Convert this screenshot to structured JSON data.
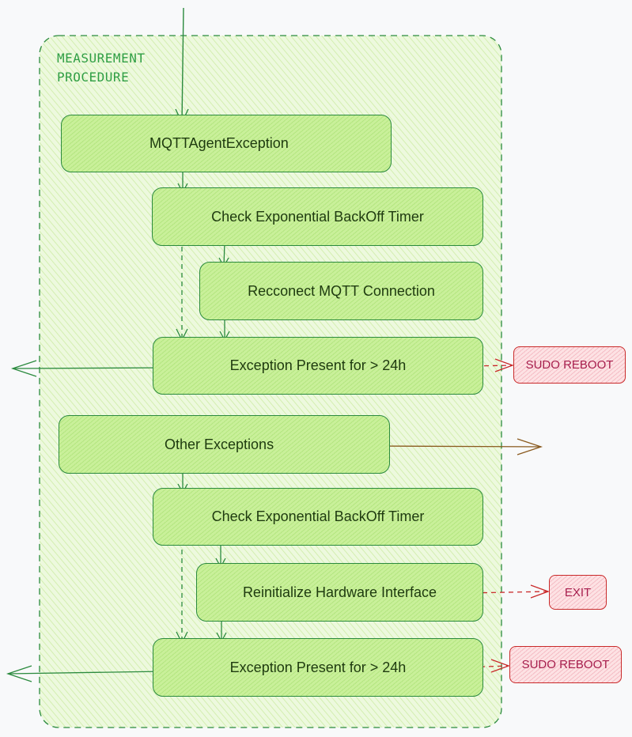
{
  "group": {
    "title": "MEASUREMENT\nPROCEDURE"
  },
  "nodes": {
    "mqtt_exception": "MQTTAgentException",
    "check_backoff_1": "Check Exponential BackOff Timer",
    "reconnect_mqtt": "Recconect MQTT Connection",
    "exception_24h_1": "Exception Present for > 24h",
    "other_exceptions": "Other Exceptions",
    "check_backoff_2": "Check Exponential BackOff Timer",
    "reinit_hardware": "Reinitialize Hardware Interface",
    "exception_24h_2": "Exception Present for > 24h"
  },
  "tags": {
    "sudo_reboot_1": "SUDO REBOOT",
    "exit": "EXIT",
    "sudo_reboot_2": "SUDO REBOOT"
  },
  "colors": {
    "group_border": "#2b8a3e",
    "group_fill": "#e9f9d4",
    "node_fill": "#c9f09a",
    "node_border": "#2b8a3e",
    "tag_fill": "#fde2e4",
    "tag_border": "#c92a2a",
    "arrow_green": "#2b8a3e",
    "arrow_brown": "#8a5a1e",
    "arrow_red": "#c92a2a"
  }
}
